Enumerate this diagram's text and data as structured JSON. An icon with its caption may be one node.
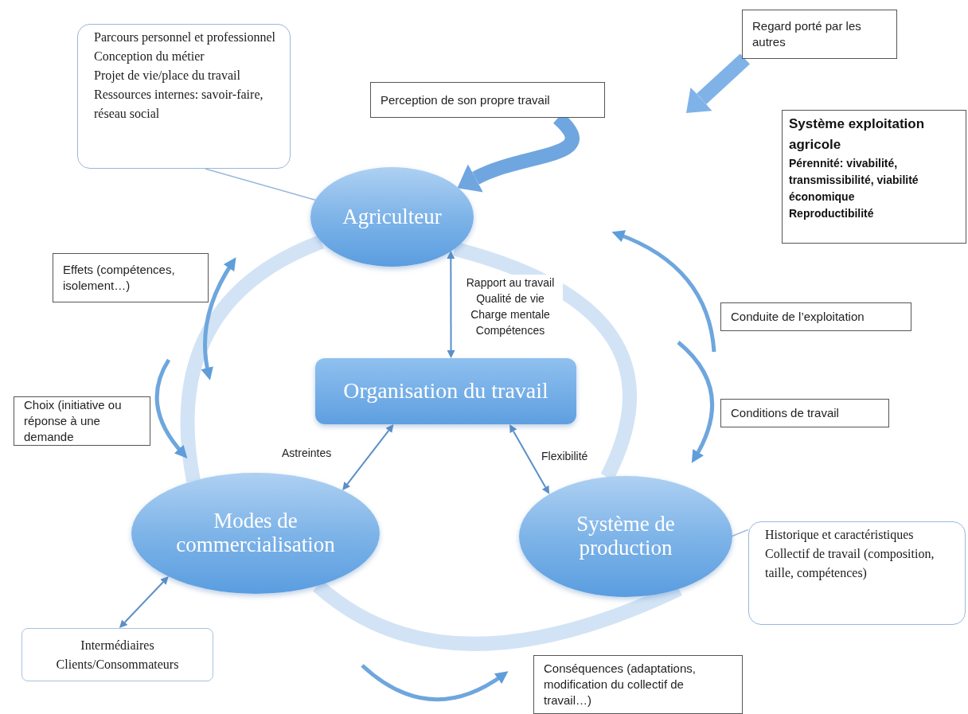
{
  "diagram": {
    "nodes": [
      {
        "text": [
          "Parcours personnel et professionnel",
          "Conception du métier",
          "Projet de vie/place du travail",
          "Ressources internes: savoir-faire, réseau social"
        ]
      },
      {
        "text": [
          "Agriculteur"
        ]
      },
      {
        "text": [
          "Perception de son propre travail"
        ]
      },
      {
        "text": [
          "Regard porté par les autres"
        ]
      },
      {
        "text": [
          "Système exploitation agricole",
          "Pérennité: vivabilité, transmissibilité, viabilité économique",
          "Reproductibilité"
        ]
      },
      {
        "text": [
          "Effets (compétences, isolement…)"
        ]
      },
      {
        "text": [
          "Conduite de l’exploitation"
        ]
      },
      {
        "text": [
          "Organisation du travail"
        ]
      },
      {
        "text": [
          "Choix (initiative ou réponse à une demande"
        ]
      },
      {
        "text": [
          "Conditions de travail"
        ]
      },
      {
        "text": [
          "Modes de commercialisation"
        ]
      },
      {
        "text": [
          "Système de production"
        ]
      },
      {
        "text": [
          "Historique et caractéristiques",
          "Collectif de travail (composition, taille, compétences)"
        ]
      },
      {
        "text": [
          "Intermédiaires",
          "Clients/Consommateurs"
        ]
      },
      {
        "text": [
          "Conséquences (adaptations, modification du collectif de travail…)"
        ]
      }
    ],
    "edges": [
      {
        "from": 0,
        "to": 1,
        "arrow": "none"
      },
      {
        "from": 1,
        "to": 7,
        "arrow": "both",
        "label": "Rapport au travail Qualité de vie Charge mentale Compétences"
      },
      {
        "from": 7,
        "to": 10,
        "arrow": "both",
        "label": "Astreintes"
      },
      {
        "from": 7,
        "to": 11,
        "arrow": "both",
        "label": "Flexibilité"
      },
      {
        "from": 10,
        "to": 13,
        "arrow": "both"
      },
      {
        "from": 12,
        "to": 11,
        "arrow": "none"
      },
      {
        "from": 2,
        "to": 1,
        "arrow": "to",
        "style": "thick",
        "color": "#6fa6df"
      },
      {
        "from": 3,
        "to": null,
        "arrow": "to",
        "style": "thick",
        "color": "#7fb3e8"
      },
      {
        "from": 1,
        "to": 11,
        "arrow": "none",
        "style": "thick",
        "color": "#d2e3f5"
      },
      {
        "from": 11,
        "to": 10,
        "arrow": "none",
        "style": "thick",
        "color": "#d2e3f5"
      },
      {
        "from": 10,
        "to": 1,
        "arrow": "none",
        "style": "thick",
        "color": "#d2e3f5"
      }
    ]
  }
}
